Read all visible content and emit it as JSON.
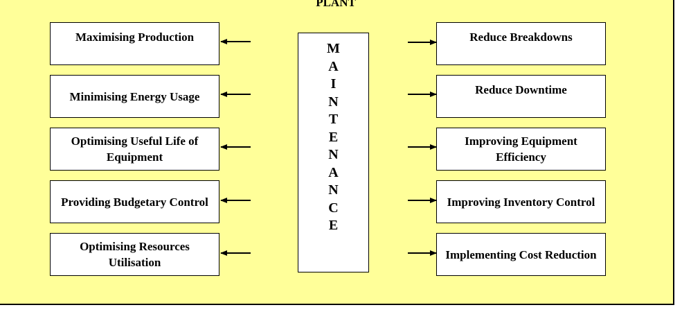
{
  "title": "PLANT",
  "center_letters": [
    "M",
    "A",
    "I",
    "N",
    "T",
    "E",
    "N",
    "A",
    "N",
    "C",
    "E"
  ],
  "left_items": [
    {
      "label": "Maximising Production"
    },
    {
      "label": "Minimising Energy Usage"
    },
    {
      "label": "Optimising Useful Life of Equipment"
    },
    {
      "label": "Providing Budgetary Control"
    },
    {
      "label": "Optimising Resources Utilisation"
    }
  ],
  "right_items": [
    {
      "label": "Reduce Breakdowns"
    },
    {
      "label": "Reduce Downtime"
    },
    {
      "label": "Improving Equipment Efficiency"
    },
    {
      "label": "Improving Inventory Control"
    },
    {
      "label": "Implementing Cost Reduction"
    }
  ],
  "colors": {
    "background": "#ffff99",
    "box": "#ffffff",
    "line": "#000000"
  }
}
